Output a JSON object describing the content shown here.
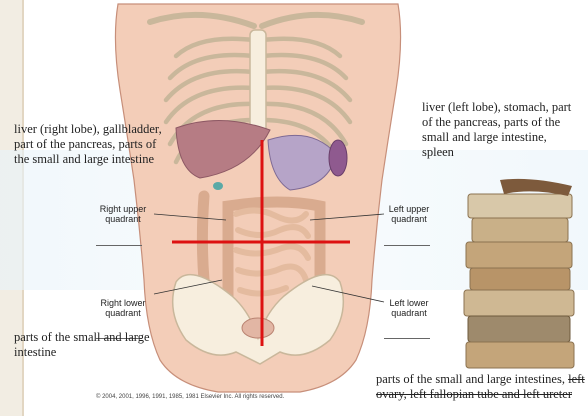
{
  "labels": {
    "right_upper_quadrant": [
      "Right upper",
      "quadrant"
    ],
    "left_upper_quadrant": [
      "Left upper",
      "quadrant"
    ],
    "right_lower_quadrant": [
      "Right lower",
      "quadrant"
    ],
    "left_lower_quadrant": [
      "Left lower",
      "quadrant"
    ]
  },
  "notes": {
    "right_upper": "liver (right lobe), gallbladder, part of the pancreas, parts of the small and large intestine",
    "left_upper": "liver (left lobe), stomach, part of the pancreas, parts of the small and large intestine, spleen",
    "right_lower": "parts of the small and large intestine",
    "left_lower_plain": "parts of the small and large intestines,",
    "left_lower_struck": "left ovary, left fallopian tube and left ureter"
  },
  "copyright": "© 2004, 2001, 1996, 1991, 1985, 1981 Elsevier Inc. All rights reserved.",
  "colors": {
    "skin": "#f3cdb8",
    "bone": "#f7eede",
    "intestine": "#e7c8b0",
    "quadrant_lines": "#dd1111"
  }
}
